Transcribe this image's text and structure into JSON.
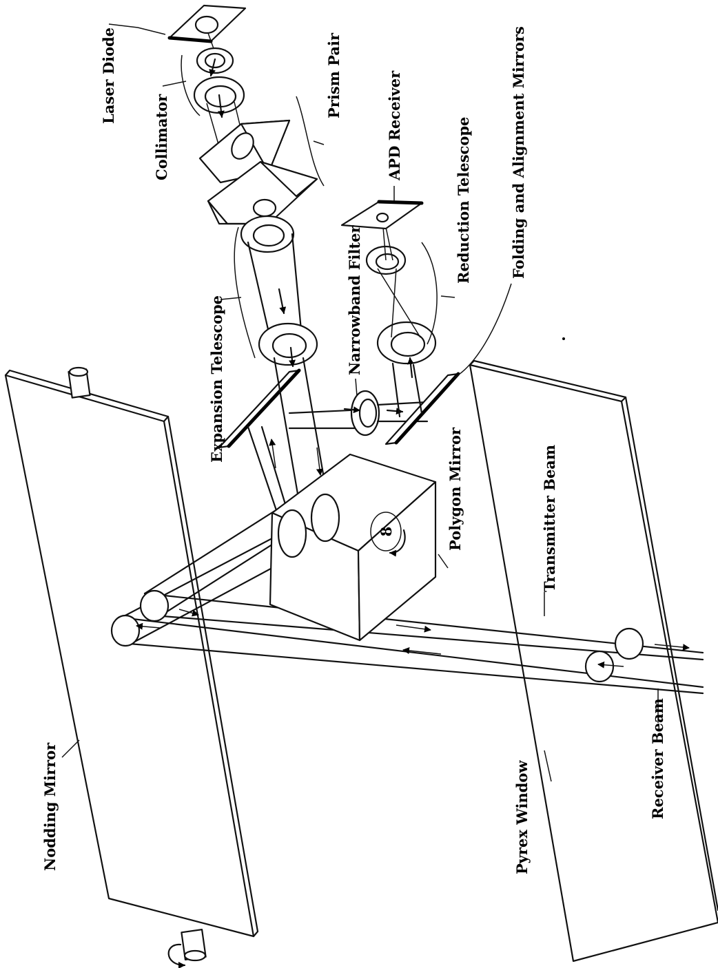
{
  "labels": {
    "laser_diode": "Laser Diode",
    "collimator": "Collimator",
    "prism_pair": "Prism Pair",
    "apd_receiver": "APD Receiver",
    "reduction_telescope": "Reduction Telescope",
    "folding_mirrors": "Folding and Alignment Mirrors",
    "narrowband_filter": "Narrowband Filter",
    "expansion_telescope": "Expansion Telescope",
    "polygon_mirror": "Polygon Mirror",
    "transmitter_beam": "Transmitter Beam",
    "receiver_beam": "Receiver Beam",
    "pyrex_window": "Pyrex Window",
    "nodding_mirror": "Nodding Mirror",
    "polygon_mark": "8"
  },
  "colors": {
    "ink": "#000000",
    "paper": "#ffffff"
  }
}
